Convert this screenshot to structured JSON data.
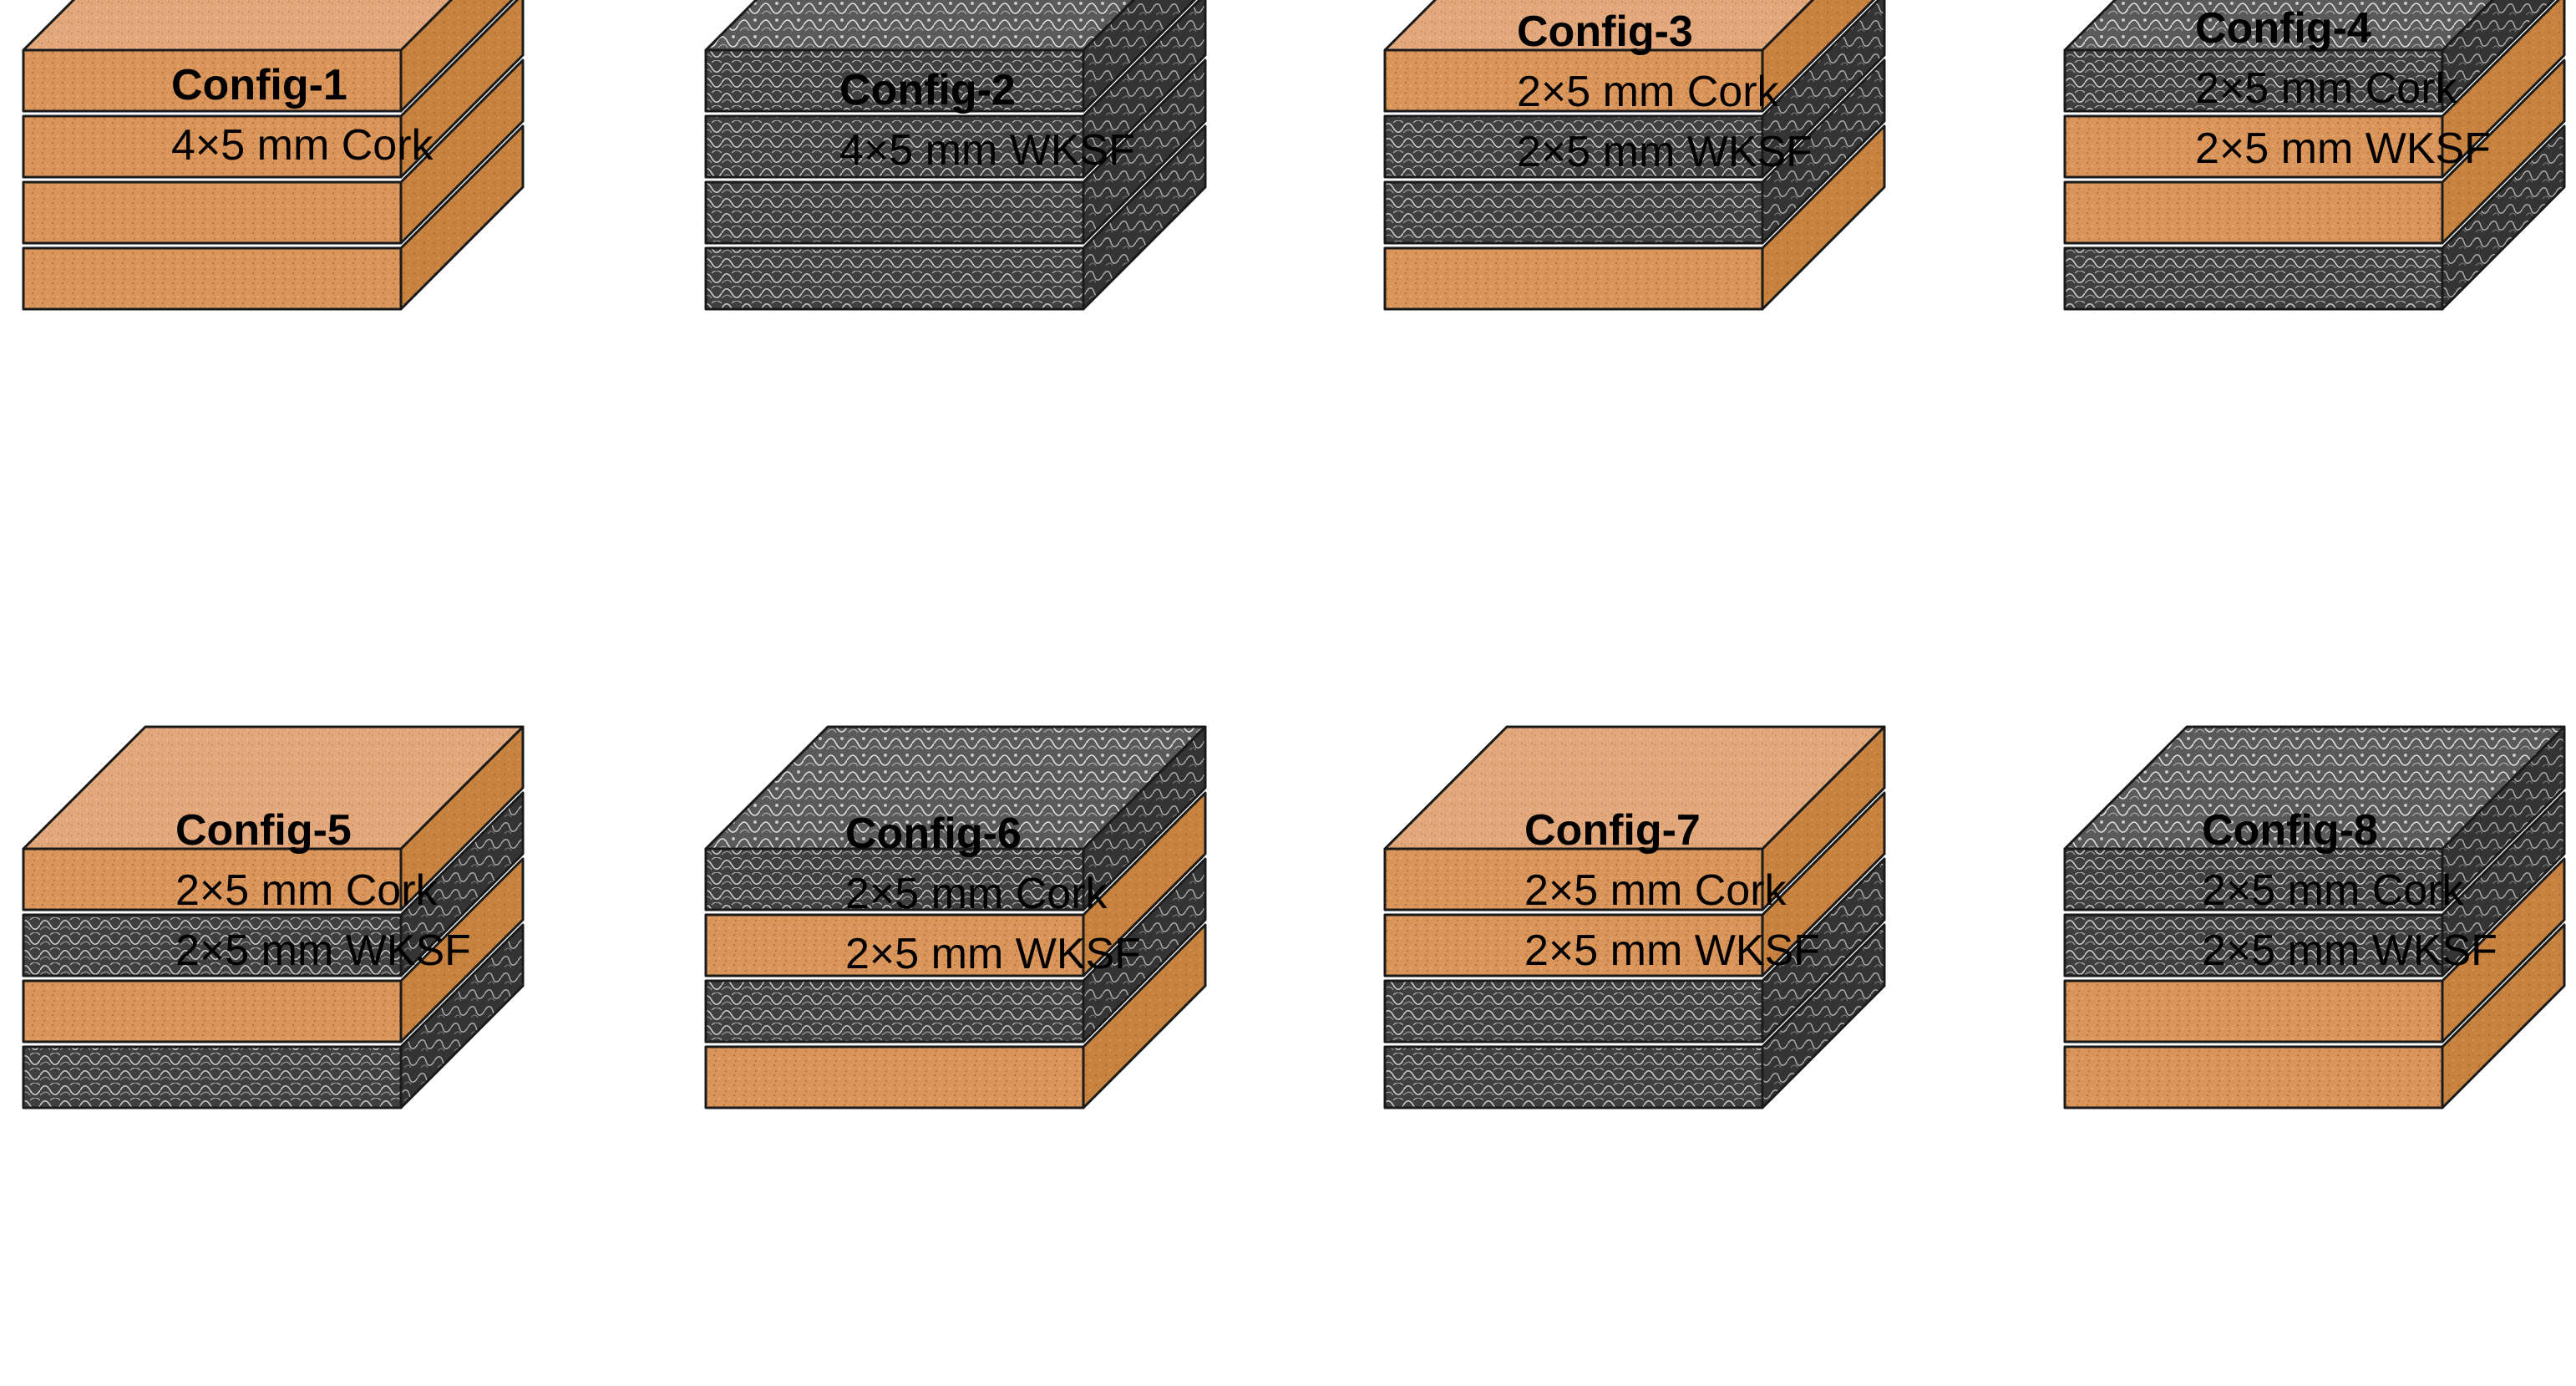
{
  "colors": {
    "cork": "#d9955a",
    "cork_top": "#e2a77a",
    "cork_side": "#c8823f",
    "wksf": "#4a4a4a",
    "wksf_top": "#6e6e6e",
    "wksf_side": "#3a3a3a",
    "outline": "#1a1a1a"
  },
  "configs": [
    {
      "title": "Config-1",
      "lines": [
        "4×5 mm Cork"
      ],
      "layers_top_to_bottom": [
        "cork",
        "cork",
        "cork",
        "cork"
      ]
    },
    {
      "title": "Config-2",
      "lines": [
        "4×5 mm WKSF"
      ],
      "layers_top_to_bottom": [
        "wksf",
        "wksf",
        "wksf",
        "wksf"
      ]
    },
    {
      "title": "Config-3",
      "lines": [
        "2×5 mm Cork",
        "2×5 mm WKSF"
      ],
      "layers_top_to_bottom": [
        "cork",
        "wksf",
        "wksf",
        "cork"
      ]
    },
    {
      "title": "Config-4",
      "lines": [
        "2×5 mm Cork",
        "2×5 mm WKSF"
      ],
      "layers_top_to_bottom": [
        "wksf",
        "cork",
        "cork",
        "wksf"
      ]
    },
    {
      "title": "Config-5",
      "lines": [
        "2×5 mm Cork",
        "2×5 mm WKSF"
      ],
      "layers_top_to_bottom": [
        "cork",
        "wksf",
        "cork",
        "wksf"
      ]
    },
    {
      "title": "Config-6",
      "lines": [
        "2×5 mm Cork",
        "2×5 mm WKSF"
      ],
      "layers_top_to_bottom": [
        "wksf",
        "cork",
        "wksf",
        "cork"
      ]
    },
    {
      "title": "Config-7",
      "lines": [
        "2×5 mm Cork",
        "2×5 mm WKSF"
      ],
      "layers_top_to_bottom": [
        "cork",
        "cork",
        "wksf",
        "wksf"
      ]
    },
    {
      "title": "Config-8",
      "lines": [
        "2×5 mm Cork",
        "2×5 mm WKSF"
      ],
      "layers_top_to_bottom": [
        "wksf",
        "wksf",
        "cork",
        "cork"
      ]
    }
  ]
}
